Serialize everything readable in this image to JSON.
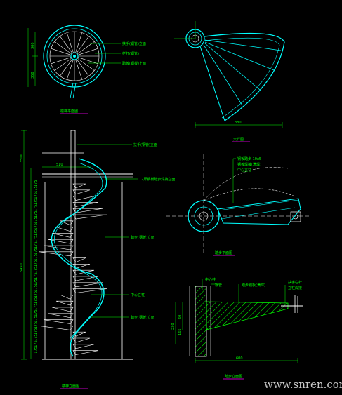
{
  "colors": {
    "background": "#000000",
    "stair_lines": "#00ffff",
    "dimensions": "#00ff00",
    "detail_white": "#ffffff",
    "titles_underline": "#ff00ff",
    "hatch": "#00ff00"
  },
  "plan_top_left": {
    "dim_left_total": "",
    "dim_left_top": "300",
    "dim_left_bottom": "350",
    "callouts": [
      "扶手(钢管)立面",
      "栏杆(钢管)",
      "踏板(钢板)上面"
    ],
    "title": "楼梯平面图"
  },
  "plan_top_right": {
    "dim_bottom": "380",
    "title": "大样图"
  },
  "elevation_left": {
    "dim_total": "5450",
    "dim_top": "3500",
    "step_dims_repeated": "175",
    "dim_width": "510",
    "callouts": [
      "扶手(钢管)立面",
      "12厚钢板踏步焊接立面",
      "踏步(钢板)立面",
      "中心立柱",
      "踏步(钢板)立面"
    ],
    "title": "楼梯立面图"
  },
  "detail_middle_right": {
    "callouts": [
      "钢板踏步 10x5",
      "钢板焊接(满焊)",
      "中心立柱"
    ],
    "title": "踏步平面图"
  },
  "detail_bottom_right": {
    "dims": [
      "230",
      "60",
      "165"
    ],
    "dim_bottom": "600",
    "callouts": [
      "中心柱",
      "钢管",
      "踏步钢板(满焊)",
      "扶手栏杆",
      "立柱焊接"
    ],
    "title": "踏步立面图"
  },
  "watermark": "www.snren.com"
}
